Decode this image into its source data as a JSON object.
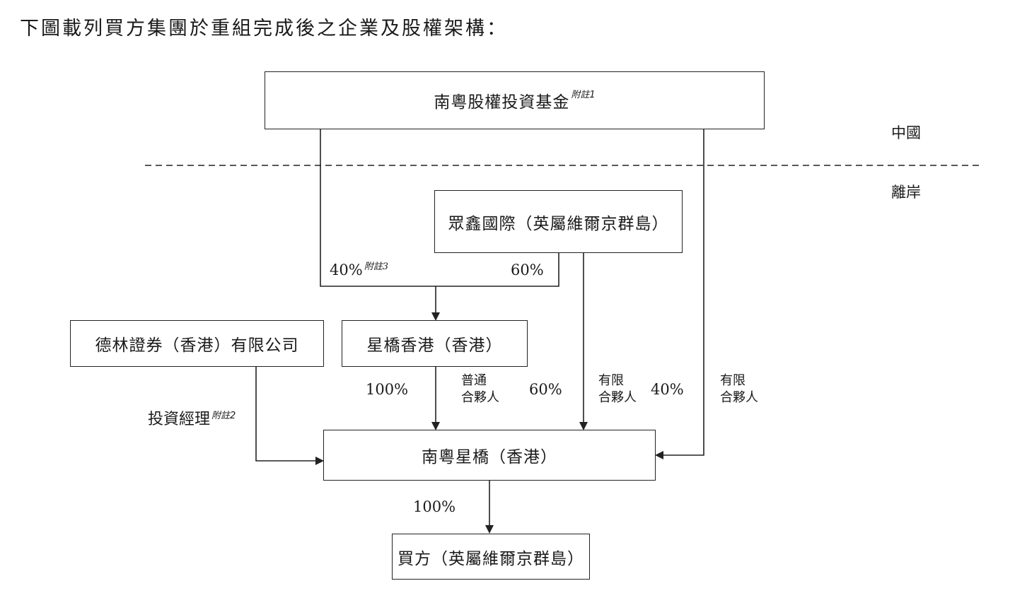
{
  "intro": "下圖載列買方集團於重組完成後之企業及股權架構：",
  "regions": {
    "china": "中國",
    "offshore": "離岸"
  },
  "entities": {
    "fund": {
      "name": "南粵股權投資基金",
      "note": "附註1"
    },
    "zhongxin": {
      "name": "眾鑫國際（英屬維爾京群島）"
    },
    "delin": {
      "name": "德林證券（香港）有限公司"
    },
    "xingqiao": {
      "name": "星橋香港（香港）"
    },
    "nanyue_xingqiao": {
      "name": "南粵星橋（香港）"
    },
    "buyer": {
      "name": "買方（英屬維爾京群島）"
    }
  },
  "edges": {
    "fund_to_xingqiao": {
      "pct": "40%",
      "note": "附註3"
    },
    "zhongxin_to_xingqiao": {
      "pct": "60%"
    },
    "xingqiao_to_nanyue": {
      "pct": "100%",
      "role_line1": "普通",
      "role_line2": "合夥人"
    },
    "zhongxin_to_nanyue": {
      "pct": "60%",
      "role_line1": "有限",
      "role_line2": "合夥人"
    },
    "fund_to_nanyue": {
      "pct": "40%",
      "role_line1": "有限",
      "role_line2": "合夥人"
    },
    "delin_to_nanyue": {
      "label": "投資經理",
      "note": "附註2"
    },
    "nanyue_to_buyer": {
      "pct": "100%"
    }
  }
}
